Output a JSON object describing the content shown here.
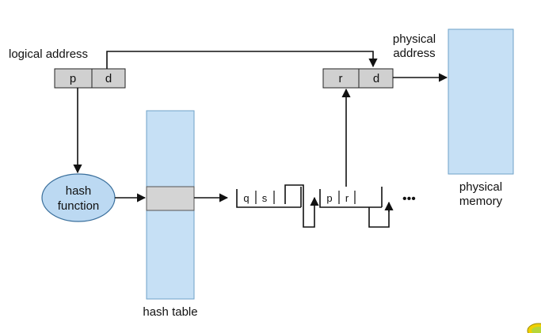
{
  "labels": {
    "logical_address": "logical address",
    "physical_address_line1": "physical",
    "physical_address_line2": "address",
    "physical_memory_line1": "physical",
    "physical_memory_line2": "memory",
    "hash_table": "hash table",
    "hash_function_line1": "hash",
    "hash_function_line2": "function"
  },
  "logical_address_fields": [
    "p",
    "d"
  ],
  "physical_address_fields": [
    "r",
    "d"
  ],
  "chain_nodes": [
    {
      "fields": [
        "q",
        "s"
      ]
    },
    {
      "fields": [
        "p",
        "r"
      ]
    }
  ],
  "chain_continuation": "•••",
  "colors": {
    "register_fill": "#d0d0d0",
    "table_fill": "#c6e0f5",
    "table_border": "#6fa2c8",
    "hash_function_fill": "#bcd9f2",
    "hash_function_border": "#3a6f9c",
    "selected_entry_fill": "#d4d4d4",
    "memory_fill": "#c6e0f5",
    "line": "#111111"
  }
}
